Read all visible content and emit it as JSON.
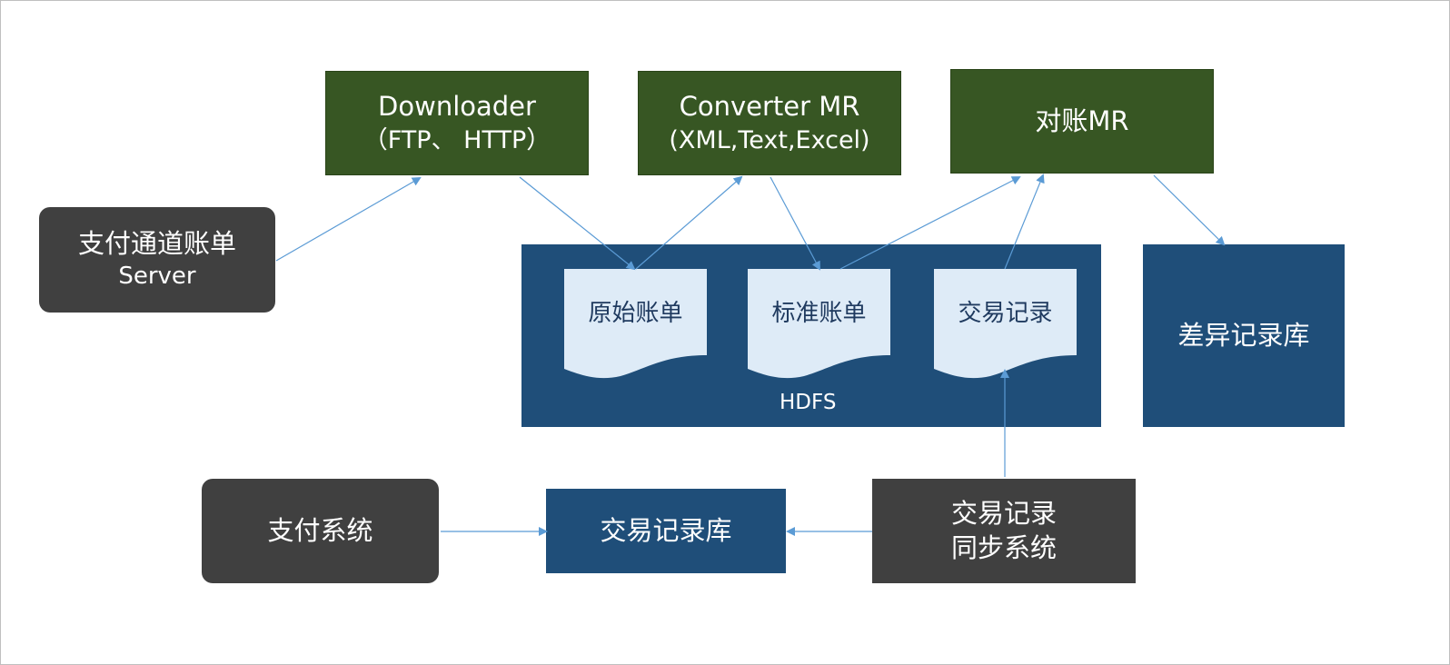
{
  "nodes": {
    "downloader": {
      "line1": "Downloader",
      "line2": "（FTP、 HTTP）"
    },
    "converter": {
      "line1": "Converter MR",
      "line2": "(XML,Text,Excel)"
    },
    "reconcile": {
      "line1": "对账MR"
    },
    "channel_server": {
      "line1": "支付通道账单",
      "line2": "Server"
    },
    "hdfs": {
      "label": "HDFS",
      "docs": [
        "原始账单",
        "标准账单",
        "交易记录"
      ]
    },
    "diff_db": {
      "line1": "差异记录库"
    },
    "payment_system": {
      "line1": "支付系统"
    },
    "tx_db": {
      "line1": "交易记录库"
    },
    "tx_sync": {
      "line1": "交易记录",
      "line2": "同步系统"
    }
  },
  "colors": {
    "green_box": "#375623",
    "dark_box": "#404040",
    "navy_box": "#1f4e79",
    "doc_fill": "#deebf7",
    "arrow": "#5b9bd5"
  }
}
